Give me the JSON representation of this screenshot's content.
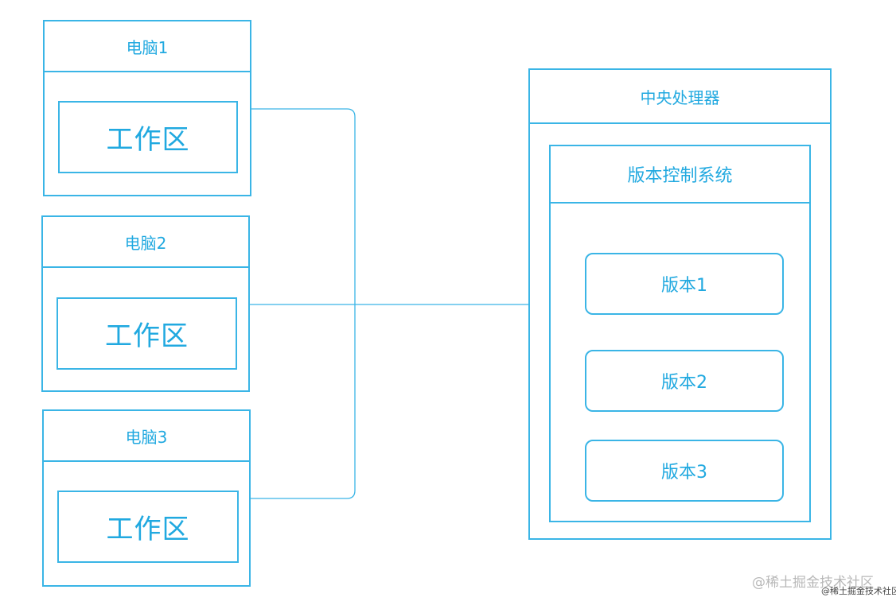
{
  "computers": [
    {
      "title": "电脑1",
      "workspace": "工作区"
    },
    {
      "title": "电脑2",
      "workspace": "工作区"
    },
    {
      "title": "电脑3",
      "workspace": "工作区"
    }
  ],
  "cpu": {
    "title": "中央处理器",
    "vcs": {
      "title": "版本控制系统",
      "versions": [
        "版本1",
        "版本2",
        "版本3"
      ]
    }
  },
  "watermark": "@稀土掘金技术社区",
  "colors": {
    "stroke": "#3ab5e6",
    "text": "#21a9e0"
  }
}
